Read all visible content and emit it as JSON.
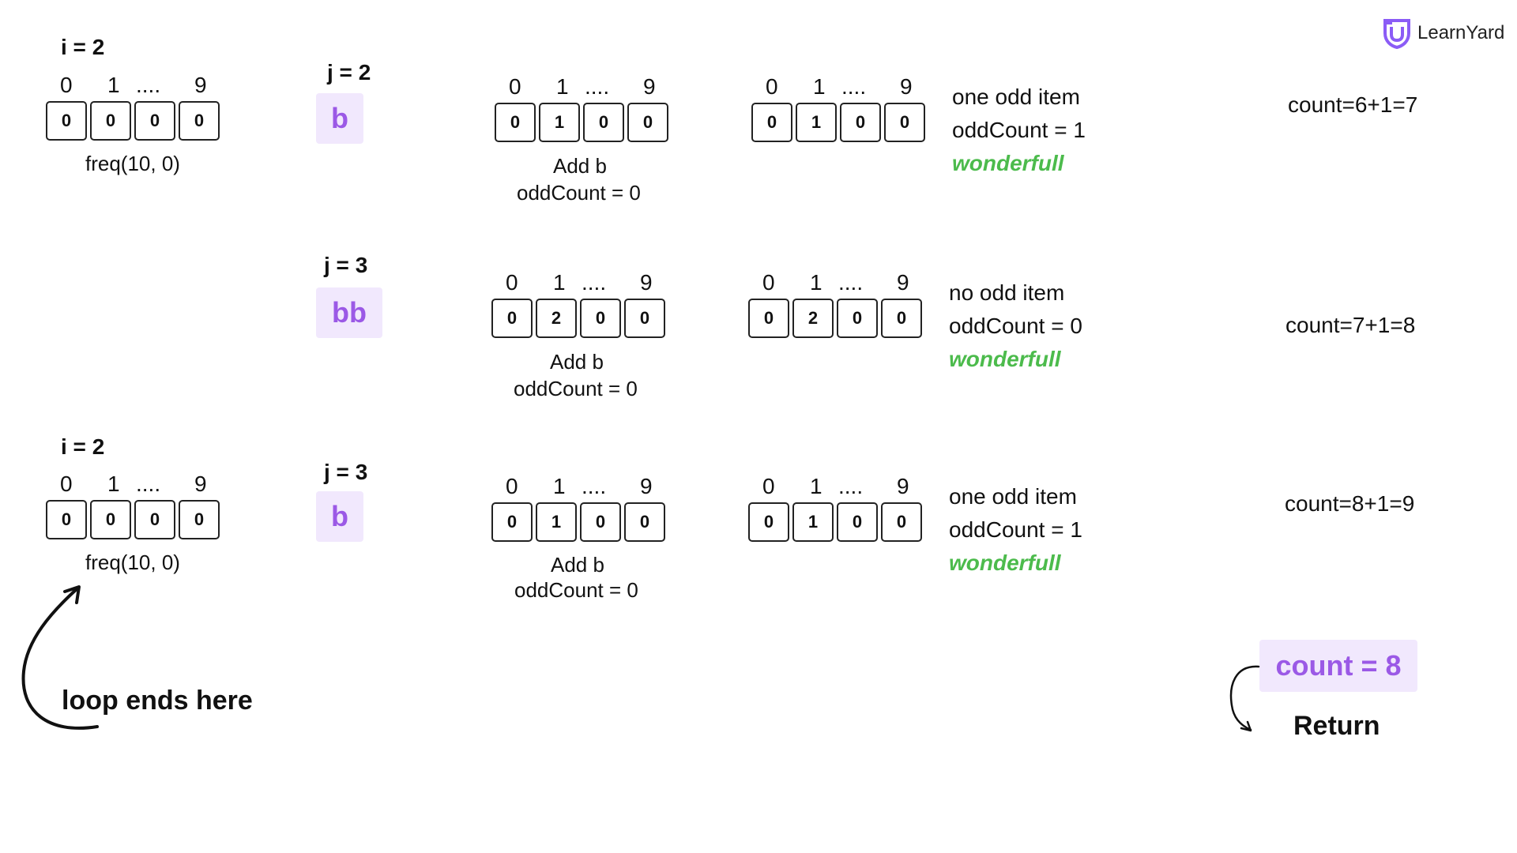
{
  "logo": {
    "text": "LearnYard",
    "color": "#8b5cf6"
  },
  "index_labels": {
    "first": "0",
    "second": "1",
    "dots": "....",
    "last": "9"
  },
  "colors": {
    "accent": "#9b59e6",
    "accent_bg": "#f1e8fd",
    "success": "#4cbb4c"
  },
  "rows": [
    {
      "i_label": "i = 2",
      "init_cells": [
        "0",
        "0",
        "0",
        "0"
      ],
      "init_caption": "freq(10, 0)",
      "j_label": "j = 2",
      "substring": "b",
      "after_cells": [
        "0",
        "1",
        "0",
        "0"
      ],
      "add_caption": "Add b",
      "mid_odd": "oddCount = 0",
      "check_cells": [
        "0",
        "1",
        "0",
        "0"
      ],
      "note_line1": "one odd item",
      "note_line2": "oddCount = 1",
      "note_line3": "wonderfull",
      "count": "count=6+1=7"
    },
    {
      "j_label": "j = 3",
      "substring": "bb",
      "after_cells": [
        "0",
        "2",
        "0",
        "0"
      ],
      "add_caption": "Add b",
      "mid_odd": "oddCount = 0",
      "check_cells": [
        "0",
        "2",
        "0",
        "0"
      ],
      "note_line1": "no odd item",
      "note_line2": "oddCount = 0",
      "note_line3": "wonderfull",
      "count": "count=7+1=8"
    },
    {
      "i_label": "i = 2",
      "init_cells": [
        "0",
        "0",
        "0",
        "0"
      ],
      "init_caption": "freq(10, 0)",
      "j_label": "j = 3",
      "substring": "b",
      "after_cells": [
        "0",
        "1",
        "0",
        "0"
      ],
      "add_caption": "Add b",
      "mid_odd": "oddCount = 0",
      "check_cells": [
        "0",
        "1",
        "0",
        "0"
      ],
      "note_line1": "one odd item",
      "note_line2": "oddCount = 1",
      "note_line3": "wonderfull",
      "count": "count=8+1=9"
    }
  ],
  "loop_end": "loop ends here",
  "result": {
    "value": "count = 8",
    "label": "Return"
  }
}
